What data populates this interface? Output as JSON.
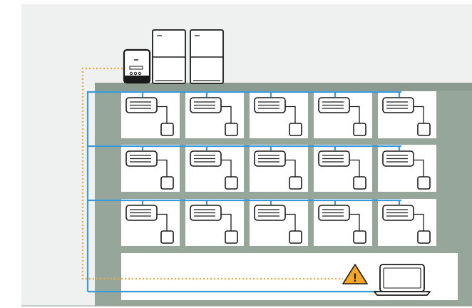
{
  "scene": {
    "colors": {
      "background": "#eff0f0",
      "building": "#96a69a",
      "room": "#ffffff",
      "pipe": "#3a9ad9",
      "signal": "#f4a636",
      "warning_fill": "#f5a623",
      "outline": "#1a1a1a",
      "unit_fill": "#ffffff"
    },
    "floors": 4,
    "rooms_per_floor": 5,
    "outdoor_units": 2,
    "alert_glyph": "!",
    "icons": {
      "outdoor": "outdoor-unit-icon",
      "controller": "central-controller-icon",
      "indoor": "indoor-ac-unit-icon",
      "thermostat": "room-thermostat-icon",
      "warning": "warning-icon",
      "laptop": "laptop-icon"
    }
  }
}
